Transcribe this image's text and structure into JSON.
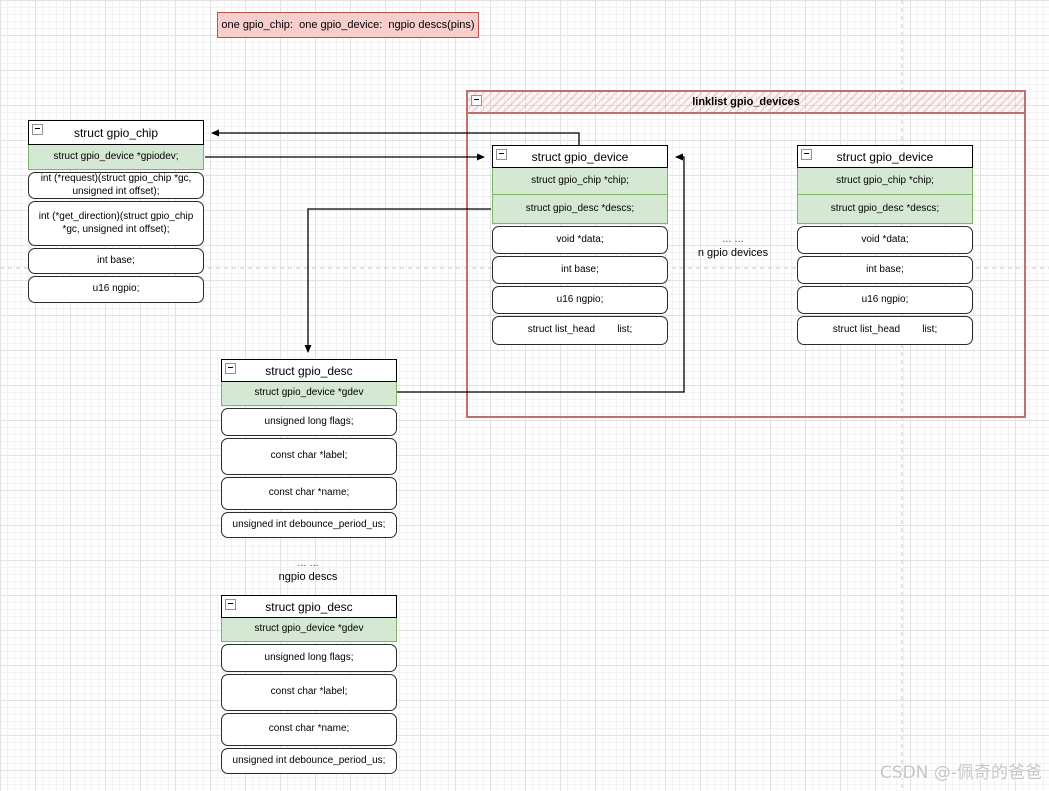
{
  "colors": {
    "highlight_fill": "#d5e8d4",
    "highlight_border": "#82b366",
    "note_fill": "#f8cecc",
    "note_border": "#b85450",
    "container_border": "#c0706d"
  },
  "note_box": {
    "text": "one gpio_chip:  one gpio_device:  ngpio descs(pins)"
  },
  "linklist_container": {
    "title": "linklist gpio_devices"
  },
  "tables": {
    "gpio_chip": {
      "title": "struct gpio_chip",
      "rows": [
        {
          "text": "struct gpio_device *gpiodev;",
          "highlight": true
        },
        {
          "text": "int (*request)(struct gpio_chip *gc, unsigned int offset);",
          "highlight": false
        },
        {
          "text": "int (*get_direction)(struct gpio_chip *gc, unsigned int offset);",
          "highlight": false
        },
        {
          "text": "int base;",
          "highlight": false
        },
        {
          "text": "u16 ngpio;",
          "highlight": false
        }
      ]
    },
    "gpio_device": {
      "title": "struct gpio_device",
      "rows": [
        {
          "text": "struct gpio_chip *chip;",
          "highlight": true
        },
        {
          "text": "struct gpio_desc *descs;",
          "highlight": true
        },
        {
          "text": "void *data;",
          "highlight": false
        },
        {
          "text": "int base;",
          "highlight": false
        },
        {
          "text": "u16 ngpio;",
          "highlight": false
        },
        {
          "text": "struct list_head        list;",
          "highlight": false
        }
      ]
    },
    "gpio_desc": {
      "title": "struct gpio_desc",
      "rows": [
        {
          "text": "struct gpio_device *gdev",
          "highlight": true
        },
        {
          "text": "unsigned long flags;",
          "highlight": false
        },
        {
          "text": "const char *label;",
          "highlight": false
        },
        {
          "text": "const char *name;",
          "highlight": false
        },
        {
          "text": "unsigned int debounce_period_us;",
          "highlight": false
        }
      ]
    }
  },
  "annotations": {
    "devices_ellipsis": "... ...",
    "devices_label": "n gpio devices",
    "descs_ellipsis": "... ...",
    "descs_label": "ngpio descs"
  },
  "watermark": "CSDN @-佩奇的爸爸"
}
